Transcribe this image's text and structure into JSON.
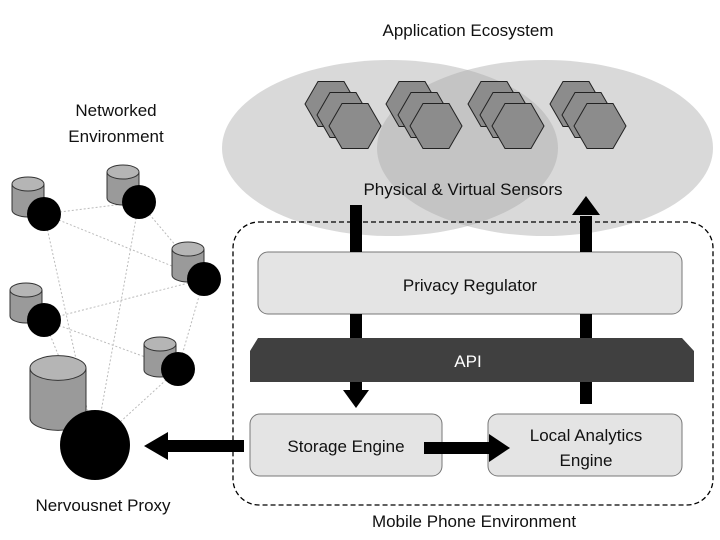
{
  "labels": {
    "application_ecosystem": "Application Ecosystem",
    "physical_virtual_sensors": "Physical & Virtual Sensors",
    "networked_environment_line1": "Networked",
    "networked_environment_line2": "Environment",
    "nervousnet_proxy": "Nervousnet Proxy",
    "mobile_phone_environment": "Mobile Phone Environment"
  },
  "boxes": {
    "privacy_regulator": "Privacy Regulator",
    "api": "API",
    "storage_engine": "Storage Engine",
    "local_analytics_line1": "Local Analytics",
    "local_analytics_line2": "Engine"
  },
  "colors": {
    "ellipse": "#d9d9d9",
    "ellipse_overlap": "#c4c4c4",
    "hexagon": "#8c8c8c",
    "box_fill": "#e4e4e4",
    "api_bar": "#404040",
    "arrow": "#000000",
    "cylinder": "#9a9a9a"
  }
}
